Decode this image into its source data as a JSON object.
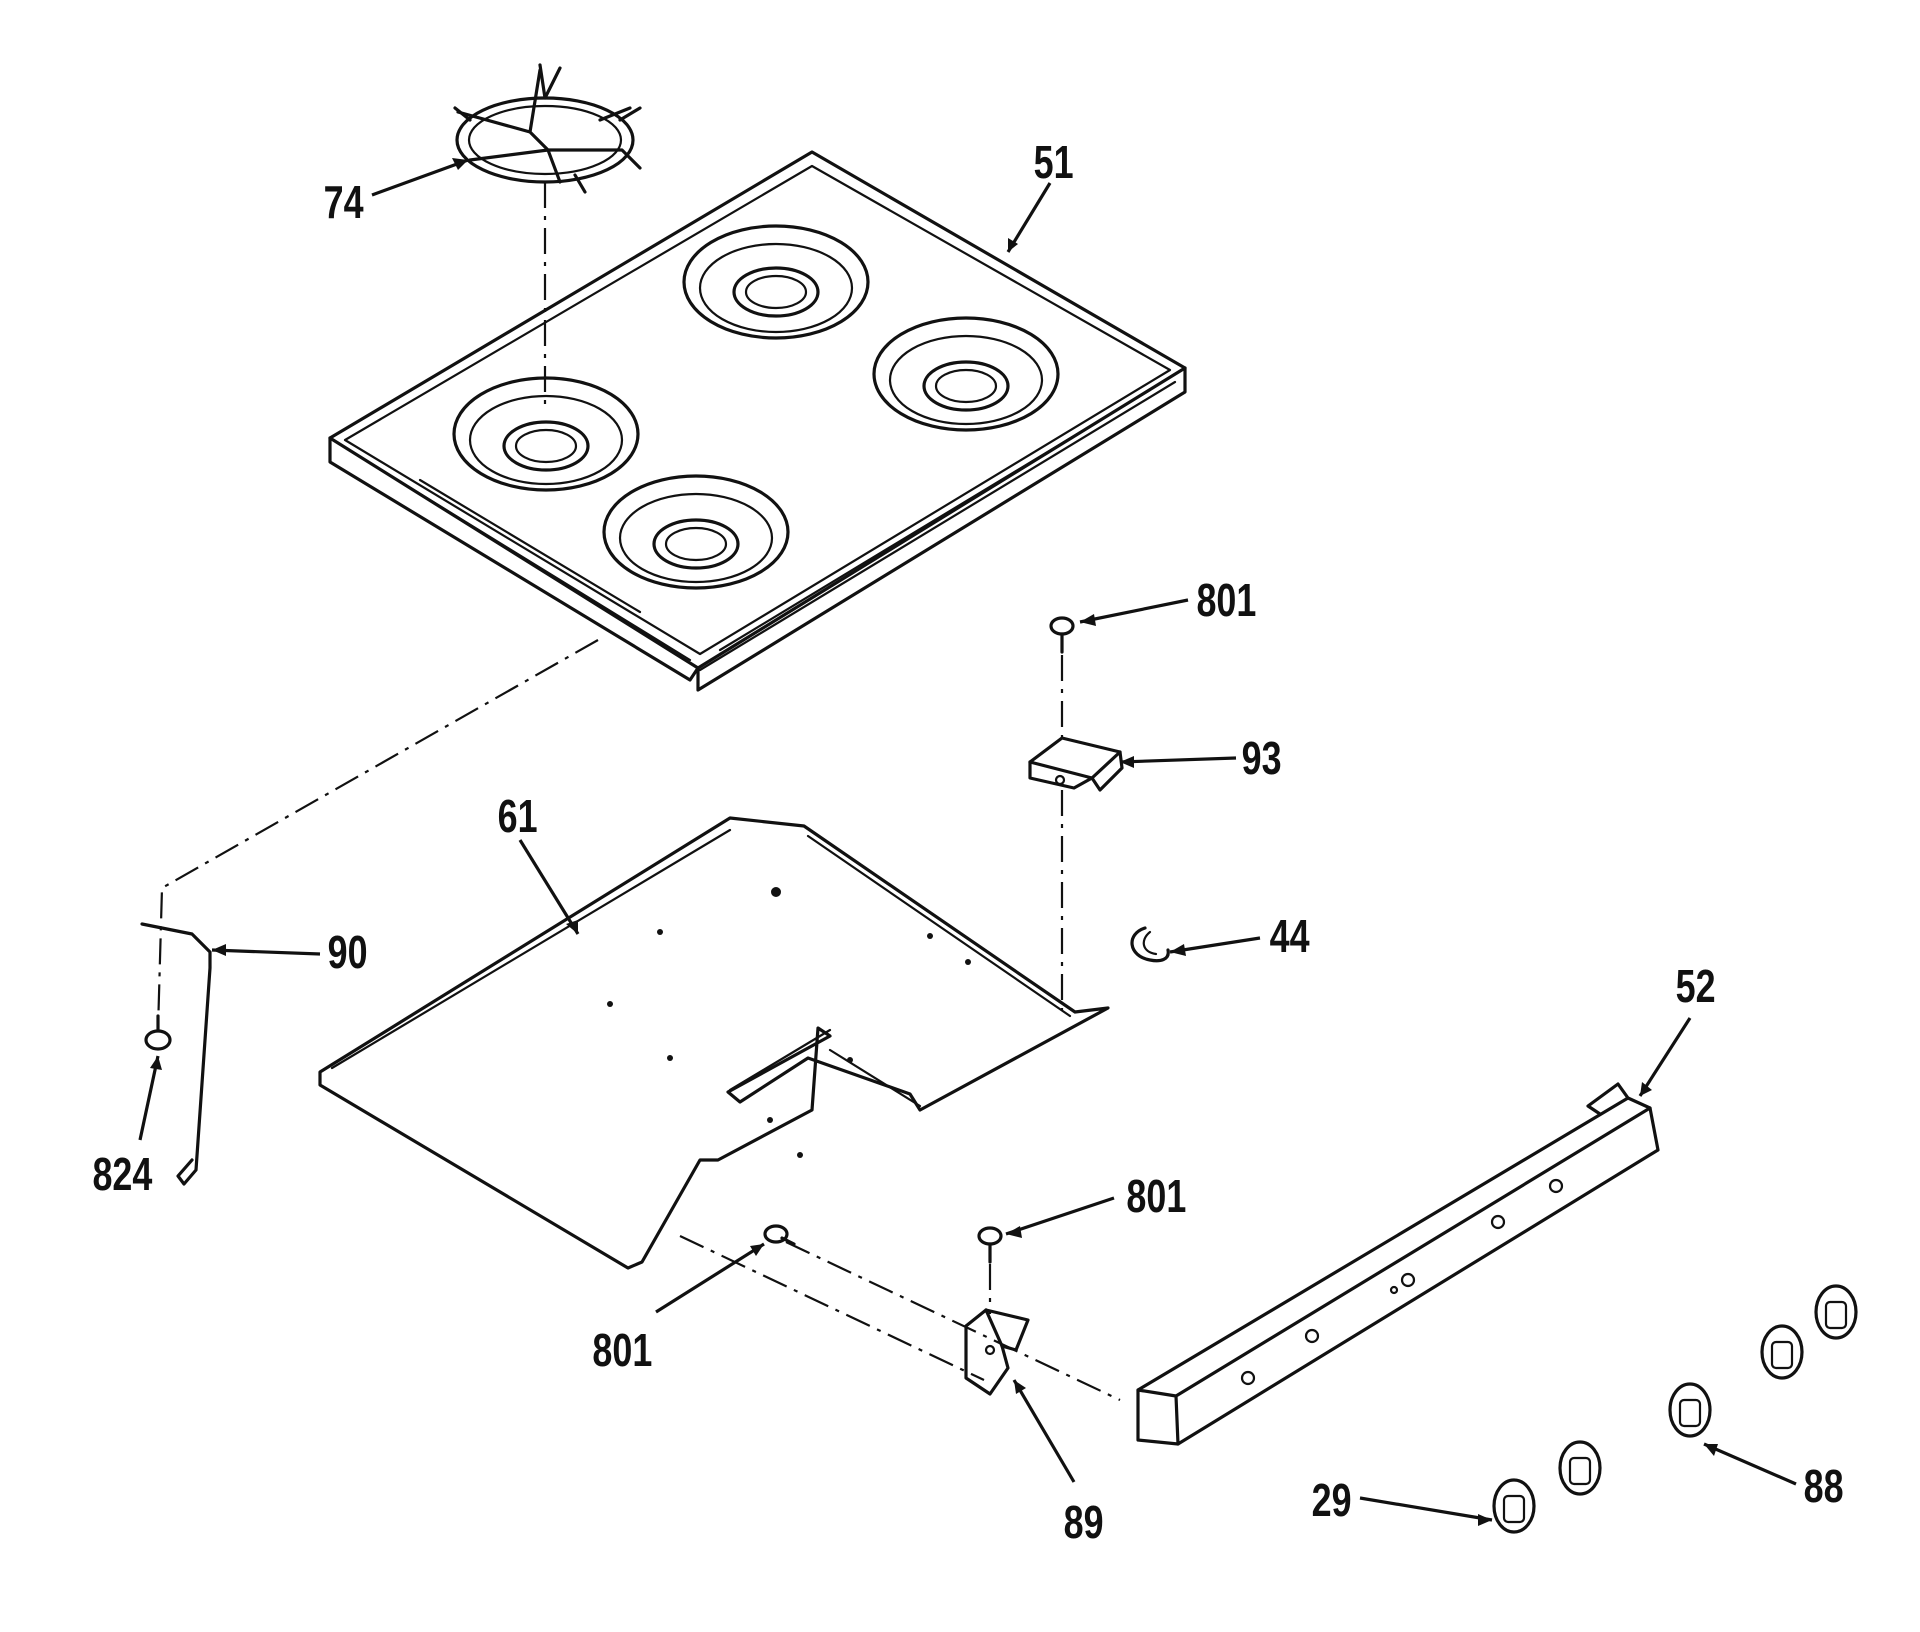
{
  "colors": {
    "ink": "#111111",
    "paper": "#ffffff"
  },
  "callouts": {
    "c74": "74",
    "c51": "51",
    "c801a": "801",
    "c93": "93",
    "c61": "61",
    "c90": "90",
    "c44": "44",
    "c52": "52",
    "c824": "824",
    "c801b": "801",
    "c801c": "801",
    "c89": "89",
    "c29": "29",
    "c88": "88"
  }
}
